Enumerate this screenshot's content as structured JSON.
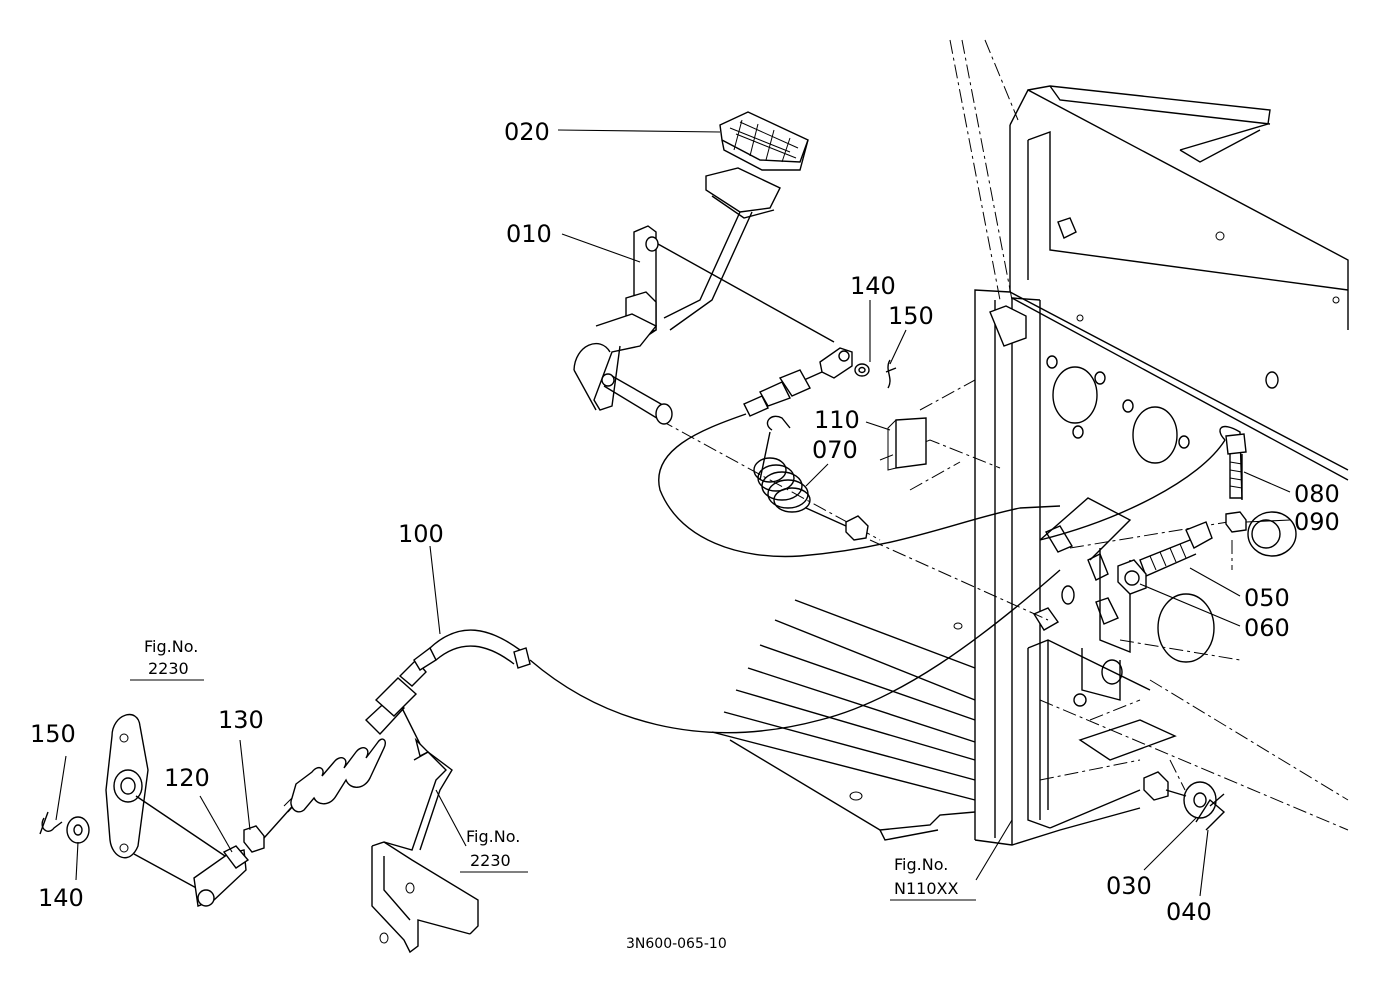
{
  "part_labels": {
    "p020": "020",
    "p010": "010",
    "p140_top": "140",
    "p150_top": "150",
    "p110": "110",
    "p070": "070",
    "p080": "080",
    "p090": "090",
    "p050": "050",
    "p060": "060",
    "p100": "100",
    "p150_left": "150",
    "p130": "130",
    "p120": "120",
    "p140_left": "140",
    "p030": "030",
    "p040": "040"
  },
  "figure_refs": {
    "ref_left": {
      "caption": "Fig.No.",
      "number": "2230"
    },
    "ref_bracket": {
      "caption": "Fig.No.",
      "number": "2230"
    },
    "ref_frame": {
      "caption": "Fig.No.",
      "number": "N110XX"
    }
  },
  "diagram_code": "3N600-065-10"
}
